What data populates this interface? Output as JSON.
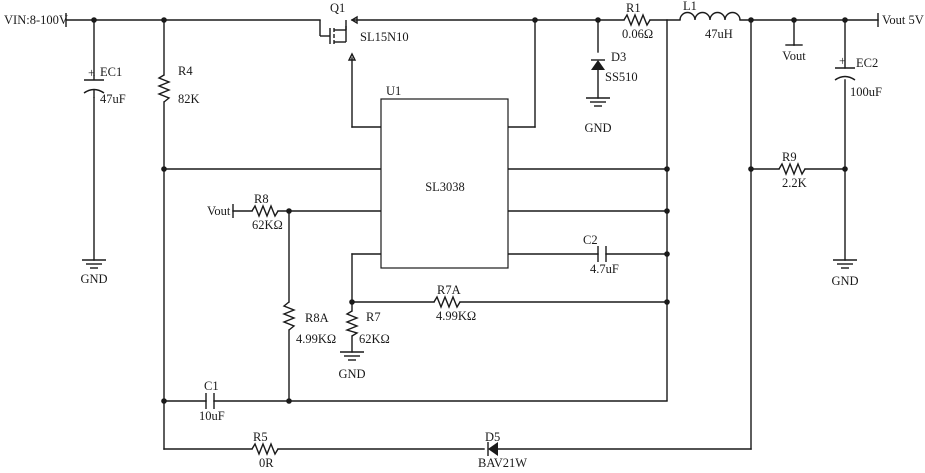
{
  "supply": {
    "input": "VIN:8-100V",
    "output": "Vout 5V"
  },
  "ic": {
    "ref": "U1",
    "part": "SL3038"
  },
  "mosfet": {
    "ref": "Q1",
    "part": "SL15N10"
  },
  "resistors": {
    "r1": {
      "ref": "R1",
      "value": "0.06Ω"
    },
    "r4": {
      "ref": "R4",
      "value": "82K"
    },
    "r5": {
      "ref": "R5",
      "value": "0R"
    },
    "r7": {
      "ref": "R7",
      "value": "62KΩ"
    },
    "r7a": {
      "ref": "R7A",
      "value": "4.99KΩ"
    },
    "r8": {
      "ref": "R8",
      "value": "62KΩ"
    },
    "r8a": {
      "ref": "R8A",
      "value": "4.99KΩ"
    },
    "r9": {
      "ref": "R9",
      "value": "2.2K"
    }
  },
  "capacitors": {
    "ec1": {
      "ref": "EC1",
      "value": "47uF"
    },
    "ec2": {
      "ref": "EC2",
      "value": "100uF"
    },
    "c1": {
      "ref": "C1",
      "value": "10uF"
    },
    "c2": {
      "ref": "C2",
      "value": "4.7uF"
    }
  },
  "inductor": {
    "ref": "L1",
    "value": "47uH"
  },
  "diodes": {
    "d3": {
      "ref": "D3",
      "part": "SS510"
    },
    "d5": {
      "ref": "D5",
      "part": "BAV21W"
    }
  },
  "nets": {
    "gnd": "GND",
    "vout": "Vout"
  },
  "colors": {
    "ink": "#1a1a1a",
    "paper": "#ffffff"
  }
}
